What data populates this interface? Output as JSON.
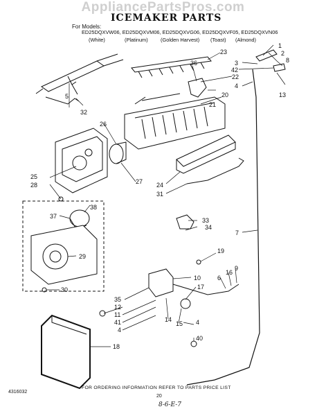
{
  "watermark": "AppliancePartsPros.com",
  "title": "ICEMAKER PARTS",
  "for_models": "For Models:",
  "models": "ED25DQXVW06, ED25DQXVM06, ED25DQXVG06, ED25DQXVF05, ED25DQXVN06",
  "colors": [
    "(White)",
    "(Platinum)",
    "(Golden Harvest)",
    "(Toast)",
    "(Almond)"
  ],
  "callouts": {
    "c1": "1",
    "c2": "2",
    "c8": "8",
    "c3": "3",
    "c42a": "42",
    "c22": "22",
    "c4a": "4",
    "c13": "13",
    "c23": "23",
    "c36": "36",
    "c20": "20",
    "c5": "5",
    "c32": "32",
    "c21": "21",
    "c26": "26",
    "c25": "25",
    "c28": "28",
    "c27": "27",
    "c24": "24",
    "c31": "31",
    "c38": "38",
    "c37": "37",
    "c33": "33",
    "c34": "34",
    "c7": "7",
    "c29": "29",
    "c19": "19",
    "c30": "30",
    "c10": "10",
    "c17": "17",
    "c16": "16",
    "c6": "6",
    "c9": "9",
    "c35": "35",
    "c12": "12",
    "c11": "11",
    "c41": "41",
    "c4b": "4",
    "c14": "14",
    "c15": "15",
    "c4c": "4",
    "c40": "40",
    "c18": "18"
  },
  "footer": "FOR ORDERING INFORMATION REFER TO PARTS PRICE LIST",
  "part_number": "4316032",
  "page": "20",
  "handwritten": "8-6-E-7"
}
